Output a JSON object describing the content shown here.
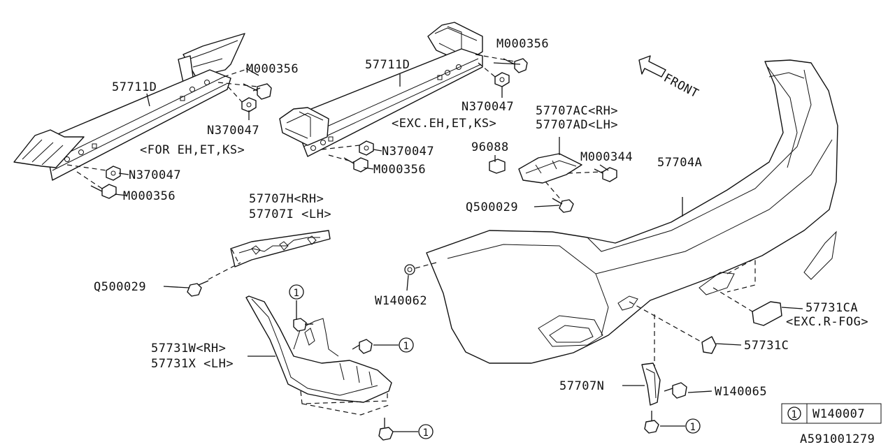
{
  "diagram_id": "A591001279",
  "front_label": "FRONT",
  "legend": {
    "ref_number": "1",
    "part": "W140007"
  },
  "labels": {
    "l1": "57711D",
    "l2": "M000356",
    "l3": "N370047",
    "l4": "<FOR EH,ET,KS>",
    "l5": "N370047",
    "l6": "M000356",
    "l7": "57711D",
    "l8": "M000356",
    "l9": "N370047",
    "l10": "<EXC.EH,ET,KS>",
    "l11": "N370047",
    "l12": "M000356",
    "l13": "57707AC<RH>",
    "l14": "57707AD<LH>",
    "l15": "96088",
    "l16": "M000344",
    "l17": "Q500029",
    "l18": "57704A",
    "l19": "57707H<RH>",
    "l20": "57707I <LH>",
    "l21": "Q500029",
    "l22": "W140062",
    "l23": "57731CA",
    "l24": "<EXC.R-FOG>",
    "l25": "57731C",
    "l26": "57731W<RH>",
    "l27": "57731X <LH>",
    "l28": "57707N",
    "l29": "W140065"
  },
  "callouts": [
    "1",
    "1",
    "1",
    "1"
  ]
}
